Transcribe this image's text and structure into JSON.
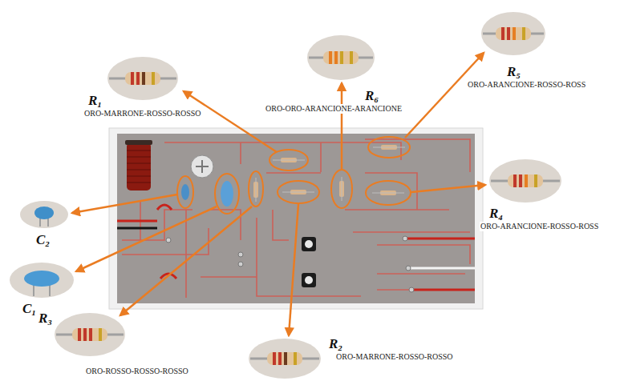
{
  "diagram": {
    "nodes": [
      {
        "text": [
          "R₁",
          "ORO-MARRONE-ROSSO-ROSSO"
        ]
      },
      {
        "text": [
          "R₆",
          "ORO-ORO-ARANCIONE-ARANCIONE"
        ]
      },
      {
        "text": [
          "R₅",
          "ORO-ARANCIONE-ROSSO-ROSS"
        ]
      },
      {
        "text": [
          "R₄",
          "ORO-ARANCIONE-ROSSO-ROSS"
        ]
      },
      {
        "text": [
          "C₂"
        ]
      },
      {
        "text": [
          "C₁"
        ]
      },
      {
        "text": [
          "R₃",
          "ORO-ROSSO-ROSSO-ROSSO"
        ]
      },
      {
        "text": [
          "R₂",
          "ORO-MARRONE-ROSSO-ROSSO"
        ]
      }
    ]
  }
}
